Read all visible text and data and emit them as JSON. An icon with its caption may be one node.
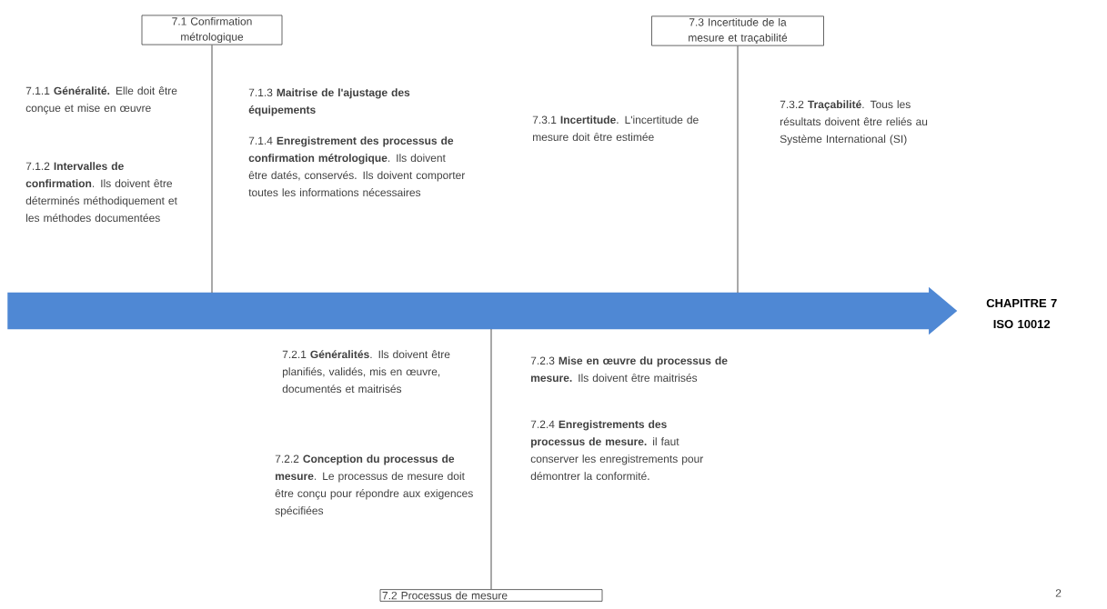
{
  "diagram": {
    "nodes": [
      {
        "text": [
          "7.1 Confirmation métrologique"
        ]
      },
      {
        "text": [
          "7.3 Incertitude de la mesure et traçabilité"
        ]
      },
      {
        "text": [],
        "shape": "arrow",
        "beside": [
          "CHAPITRE 7 ISO 10012"
        ]
      },
      {
        "text": [
          "7.2 Processus de mesure"
        ]
      }
    ],
    "edges": [
      {
        "from": 0,
        "to": 2,
        "arrow": "none"
      },
      {
        "from": 1,
        "to": 2,
        "arrow": "none"
      },
      {
        "from": 3,
        "to": 2,
        "arrow": "none"
      }
    ],
    "labels": [
      "7.1.1 **Généralité.** Elle doit être conçue et mise en œuvre",
      "7.1.2 **Intervalles de confirmation**. Ils doivent être déterminés méthodiquement et les méthodes documentées",
      "7.1.3 **Maitrise de l'ajustage des équipements**",
      "7.1.4 **Enregistrement des processus de confirmation métrologique**. Ils doivent être datés, conservés. Ils doivent comporter toutes les informations nécessaires",
      "7.3.1 **Incertitude**. L'incertitude de mesure doit être estimée",
      "7.3.2 **Traçabilité**. Tous les résultats doivent être reliés au Système International (SI)",
      "7.2.1 **Généralités**. Ils doivent être planifiés, validés, mis en œuvre, documentés et maitrisés",
      "7.2.2 **Conception du processus de mesure**. Le processus de mesure doit être conçu pour répondre aux exigences spécifiées",
      "7.2.3 **Mise en œuvre du processus de mesure.** Ils doivent être maitrisés",
      "7.2.4 **Enregistrements des processus de mesure.** il faut conserver les enregistrements pour démontrer la conformité.",
      "2"
    ]
  }
}
